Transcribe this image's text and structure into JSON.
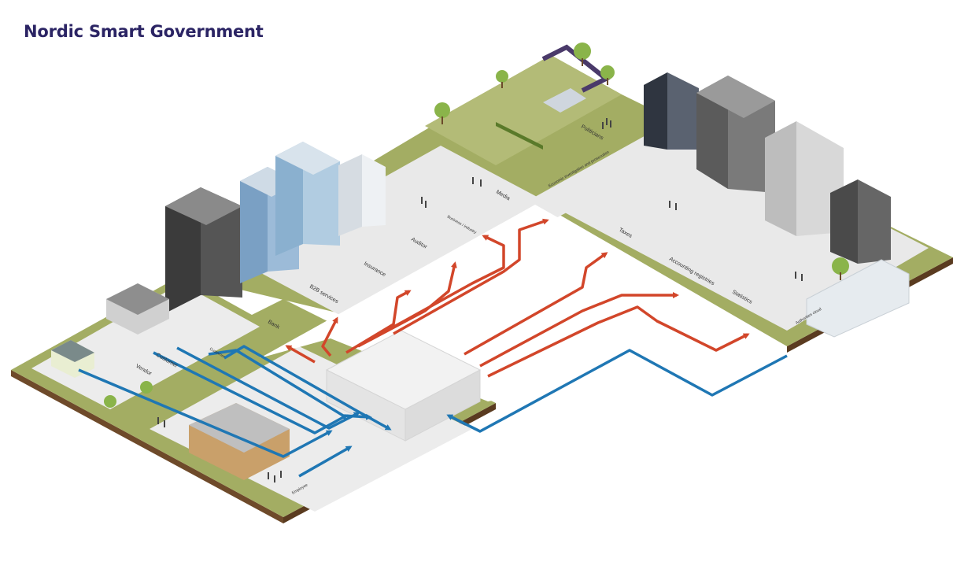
{
  "title": "Nordic Smart Government",
  "zones": {
    "vendor": "Vendor",
    "customer": "Customer",
    "customer_small": "Customer",
    "bank": "Bank",
    "b2b_services": "B2B services",
    "insurance": "Insurance",
    "auditor": "Auditor",
    "business_industry": "Business / industry",
    "media": "Media",
    "politicians": "Politicians",
    "economic_investigation": "Economic investigation and prosecution",
    "taxes": "Taxes",
    "accounting_registries": "Accounting registries",
    "statistics": "Statistics",
    "authorities_cloud": "Authorities cloud",
    "employee": "Employee"
  },
  "colors": {
    "title": "#2b2464",
    "flow_red": "#d2462a",
    "flow_blue": "#1f77b4",
    "grass": "#a3ad63",
    "soil": "#6e4a2a",
    "platform": "#ececec"
  },
  "icons": [
    "tree-icon",
    "person-icon",
    "building-icon",
    "house-icon",
    "data-center-icon",
    "arrow-icon"
  ]
}
